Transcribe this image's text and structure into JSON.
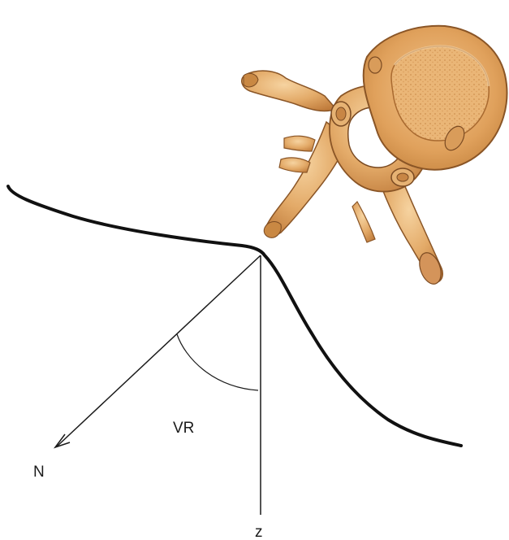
{
  "diagram": {
    "labels": {
      "angle": "VR",
      "normal": "N",
      "vertical": "z"
    },
    "colors": {
      "curve": "#111111",
      "lines": "#1a1a1a",
      "bone_light": "#f0c48a",
      "bone_mid": "#dfa463",
      "bone_dark": "#b07238",
      "bone_shadow": "#8a5526",
      "bone_outline": "#7a4a22"
    },
    "icons": {
      "vertebra": "lumbar-vertebra-illustration"
    }
  }
}
